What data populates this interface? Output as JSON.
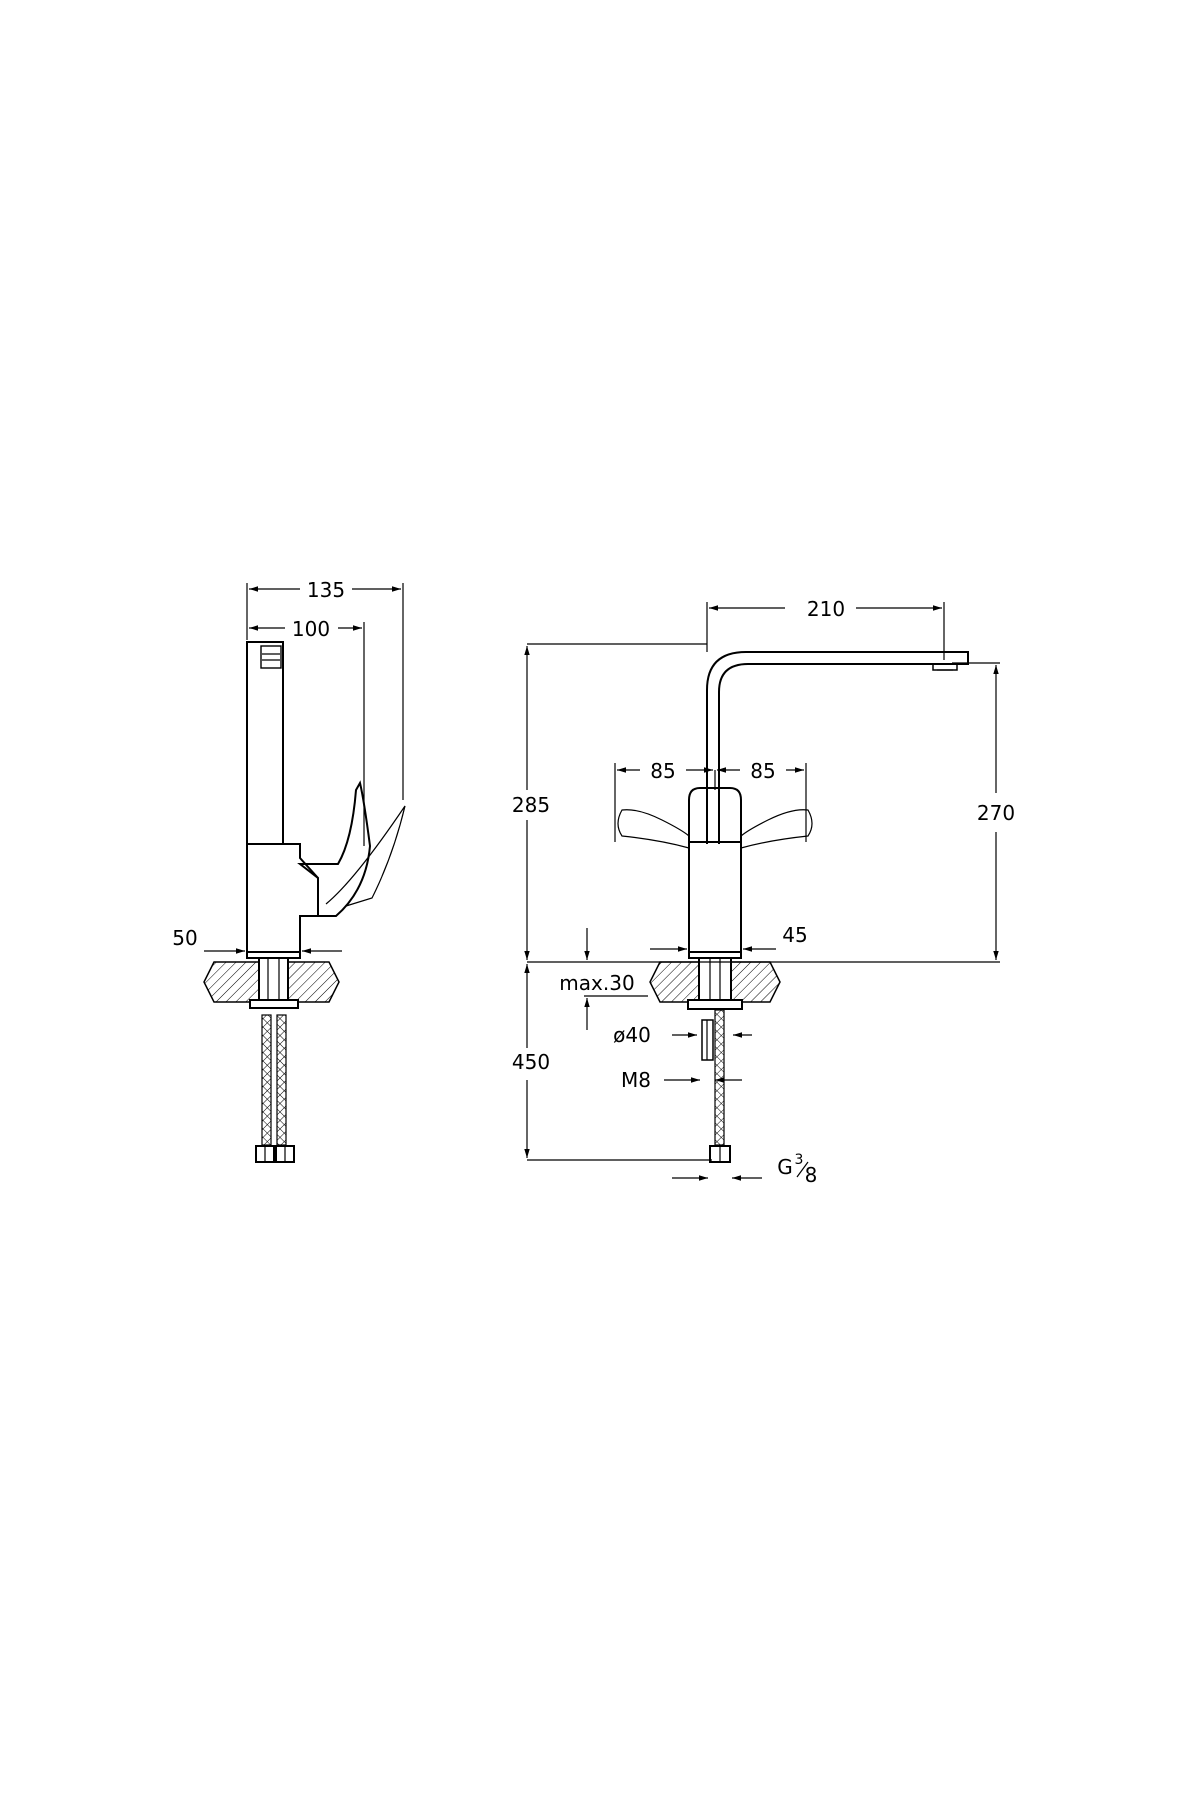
{
  "side_view": {
    "dim_135": "135",
    "dim_100": "100",
    "dim_50": "50"
  },
  "front_view": {
    "dim_210": "210",
    "dim_285": "285",
    "dim_270": "270",
    "dim_85_left": "85",
    "dim_85_right": "85",
    "dim_45": "45",
    "dim_max30": "max.30",
    "dim_d40": "ø40",
    "dim_450": "450",
    "dim_m8": "M8",
    "dim_g_prefix": "G",
    "dim_g_num": "3",
    "dim_g_den": "8"
  },
  "colors": {
    "line": "#000000",
    "background": "#ffffff"
  }
}
